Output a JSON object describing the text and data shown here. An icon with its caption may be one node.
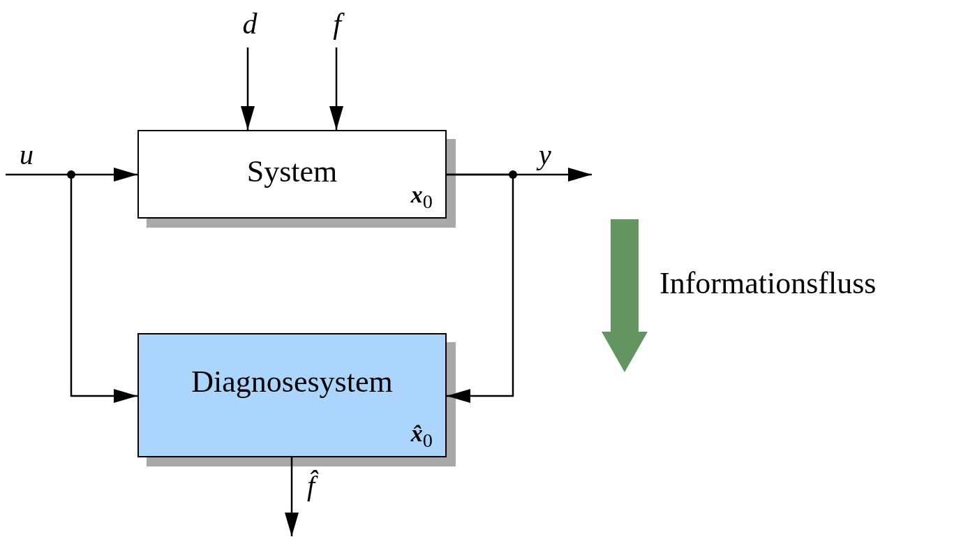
{
  "diagram": {
    "nodes": [
      {
        "text": [
          "System",
          "**x**$_{0}$"
        ]
      },
      {
        "text": [
          "Diagnosesystem",
          "**x̂**$_{0}$"
        ]
      },
      {
        "text": [
          "d"
        ]
      },
      {
        "text": [
          "f"
        ]
      }
    ],
    "edges": [
      {
        "from": null,
        "to": 0,
        "arrow": "to",
        "label": "u"
      },
      {
        "from": null,
        "to": 1,
        "arrow": "to"
      },
      {
        "from": 0,
        "to": null,
        "arrow": "to",
        "label": "y"
      },
      {
        "from": 0,
        "to": 1,
        "arrow": "to"
      },
      {
        "from": 2,
        "to": 0,
        "arrow": "to"
      },
      {
        "from": 3,
        "to": 0,
        "arrow": "to"
      },
      {
        "from": 1,
        "to": null,
        "arrow": "to",
        "label": "f̂"
      }
    ],
    "labels": [
      "Informationsfluss"
    ]
  }
}
